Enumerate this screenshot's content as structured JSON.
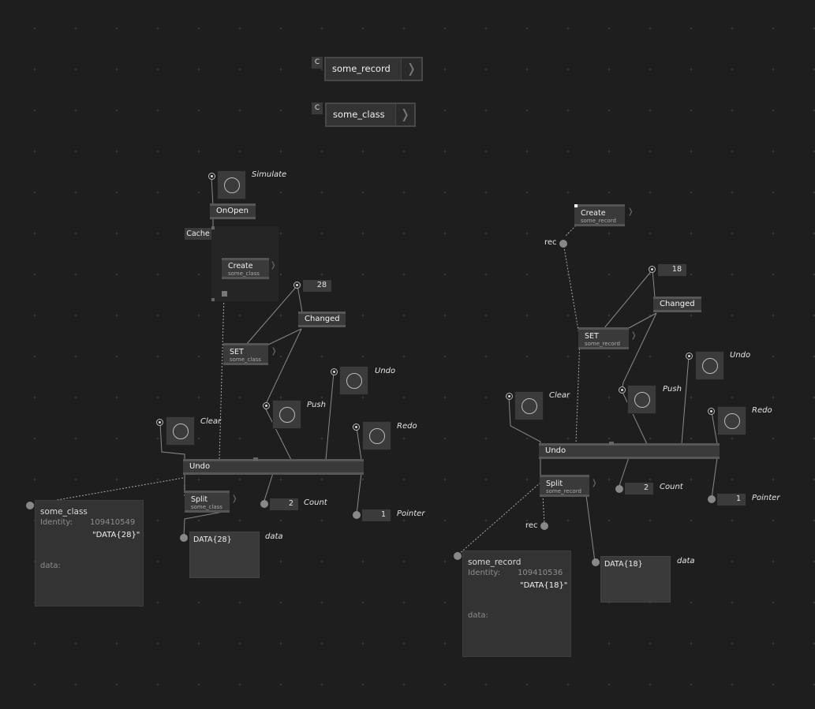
{
  "definitions": [
    {
      "tag": "C",
      "name": "some_record"
    },
    {
      "tag": "C",
      "name": "some_class"
    }
  ],
  "left": {
    "simulate_label": "Simulate",
    "onopen_label": "OnOpen",
    "cache_label": "Cache",
    "create": {
      "label": "Create",
      "sub": "some_class"
    },
    "value_28": "28",
    "changed_label": "Changed",
    "set": {
      "label": "SET",
      "sub": "some_class"
    },
    "undo_btn_label": "Undo",
    "push_label": "Push",
    "clear_label": "Clear",
    "redo_label": "Redo",
    "undo_node_label": "Undo",
    "split": {
      "label": "Split",
      "sub": "some_class"
    },
    "count_value": "2",
    "count_label": "Count",
    "pointer_value": "1",
    "pointer_label": "Pointer",
    "data_value": "DATA{28}",
    "data_label": "data",
    "inspector": {
      "title": "some_class",
      "identity_key": "Identity:",
      "identity_value": "109410549",
      "string_value": "\"DATA{28}\"",
      "data_key": "data:"
    }
  },
  "right": {
    "create": {
      "label": "Create",
      "sub": "some_record"
    },
    "rec_label_top": "rec",
    "value_18": "18",
    "changed_label": "Changed",
    "set": {
      "label": "SET",
      "sub": "some_record"
    },
    "undo_btn_label": "Undo",
    "push_label": "Push",
    "clear_label": "Clear",
    "redo_label": "Redo",
    "undo_node_label": "Undo",
    "split": {
      "label": "Split",
      "sub": "some_record"
    },
    "count_value": "2",
    "count_label": "Count",
    "pointer_value": "1",
    "pointer_label": "Pointer",
    "rec_label_bottom": "rec",
    "data_value": "DATA{18}",
    "data_label": "data",
    "inspector": {
      "title": "some_record",
      "identity_key": "Identity:",
      "identity_value": "109410536",
      "string_value": "\"DATA{18}\"",
      "data_key": "data:"
    }
  }
}
